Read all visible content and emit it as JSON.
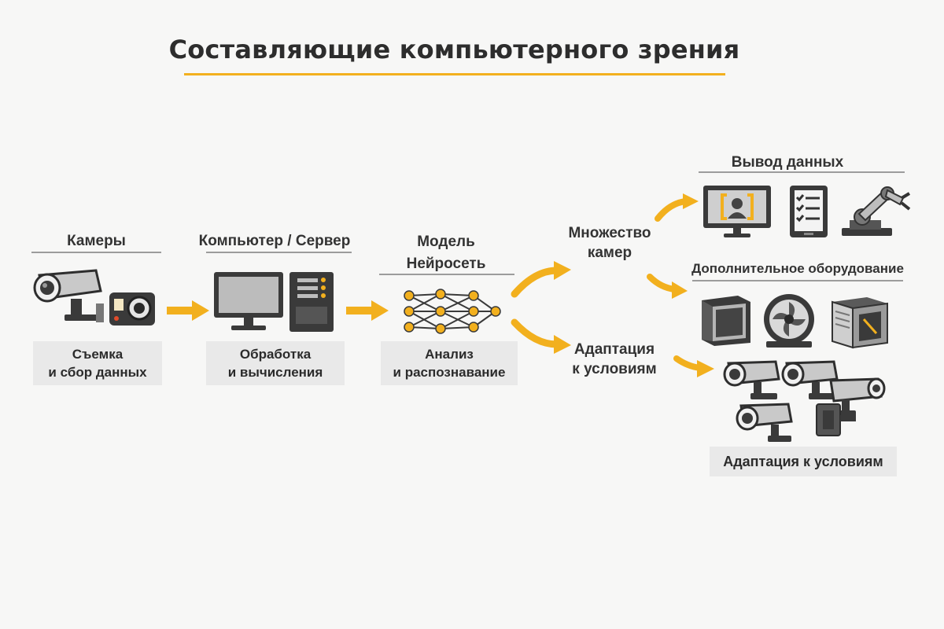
{
  "title": "Составляющие компьютерного зрения",
  "colors": {
    "accent": "#f2b01e",
    "dark": "#3a3a3a",
    "panel": "#e9e9e9"
  },
  "stages": [
    {
      "heading": "Камеры",
      "caption_line1": "Съемка",
      "caption_line2": "и сбор данных",
      "icons": [
        "cctv-camera-icon",
        "action-camera-icon"
      ]
    },
    {
      "heading": "Компьютер / Сервер",
      "caption_line1": "Обработка",
      "caption_line2": "и вычисления",
      "icons": [
        "monitor-icon",
        "server-tower-icon"
      ]
    },
    {
      "heading_line1": "Модель",
      "heading_line2": "Нейросеть",
      "caption_line1": "Анализ",
      "caption_line2": "и распознавание",
      "icons": [
        "neural-network-icon"
      ]
    }
  ],
  "branches": {
    "upper_line1": "Множество",
    "upper_line2": "камер",
    "lower_line1": "Адаптация",
    "lower_line2": "к условиям"
  },
  "outputs": {
    "data_output_heading": "Вывод данных",
    "data_output_icons": [
      "face-recognition-monitor-icon",
      "checklist-tablet-icon",
      "robot-arm-icon"
    ],
    "equipment_heading": "Дополнительное оборудование",
    "equipment_icons": [
      "server-cabinet-icon",
      "cooling-fan-icon",
      "hardware-module-icon"
    ],
    "cameras_icons": [
      "cctv-camera-icon",
      "cctv-camera-icon",
      "cctv-camera-icon",
      "cctv-camera-icon",
      "cctv-camera-icon"
    ],
    "cameras_caption": "Адаптация к условиям"
  }
}
